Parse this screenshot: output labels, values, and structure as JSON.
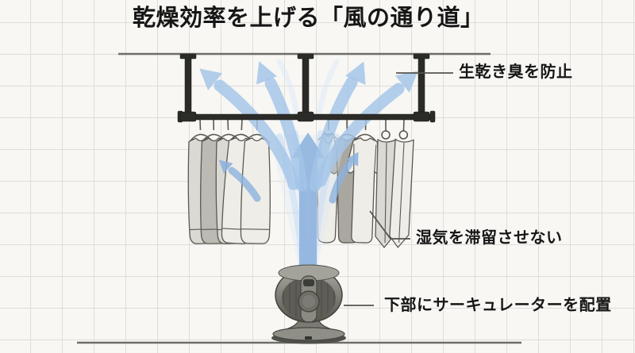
{
  "page": {
    "title": "乾燥効率を上げる「風の通り道」"
  },
  "annotations": {
    "damp_smell": "生乾き臭を防止",
    "moisture": "湿気を滞留させない",
    "circulator": "下部にサーキュレーターを配置"
  },
  "diagram": {
    "scene": "laundry-drying-airflow",
    "parts": [
      "ceiling-line",
      "drying-rack",
      "hanging-laundry",
      "airflow-arrows",
      "circulator-fan",
      "floor-line"
    ]
  },
  "colors": {
    "background": "#f8f7f4",
    "grid-line": "#deddd9",
    "text": "#161616",
    "structure-line": "#6e6c66",
    "leader-line": "#55534e",
    "rack-dark": "#2b2b28",
    "garment-outline": "#5a5852",
    "garment-white": "#efede8",
    "garment-light": "#dbd9d3",
    "garment-mid": "#bcbab3",
    "garment-gray": "#a9a79f",
    "airflow-strong": "#8cb2dd",
    "airflow-mid": "#a4c5e8",
    "airflow-soft": "#c9dcf2",
    "airflow-faint": "#dce9f7",
    "fan-body": "#84847c",
    "fan-dark": "#4c4c45"
  }
}
